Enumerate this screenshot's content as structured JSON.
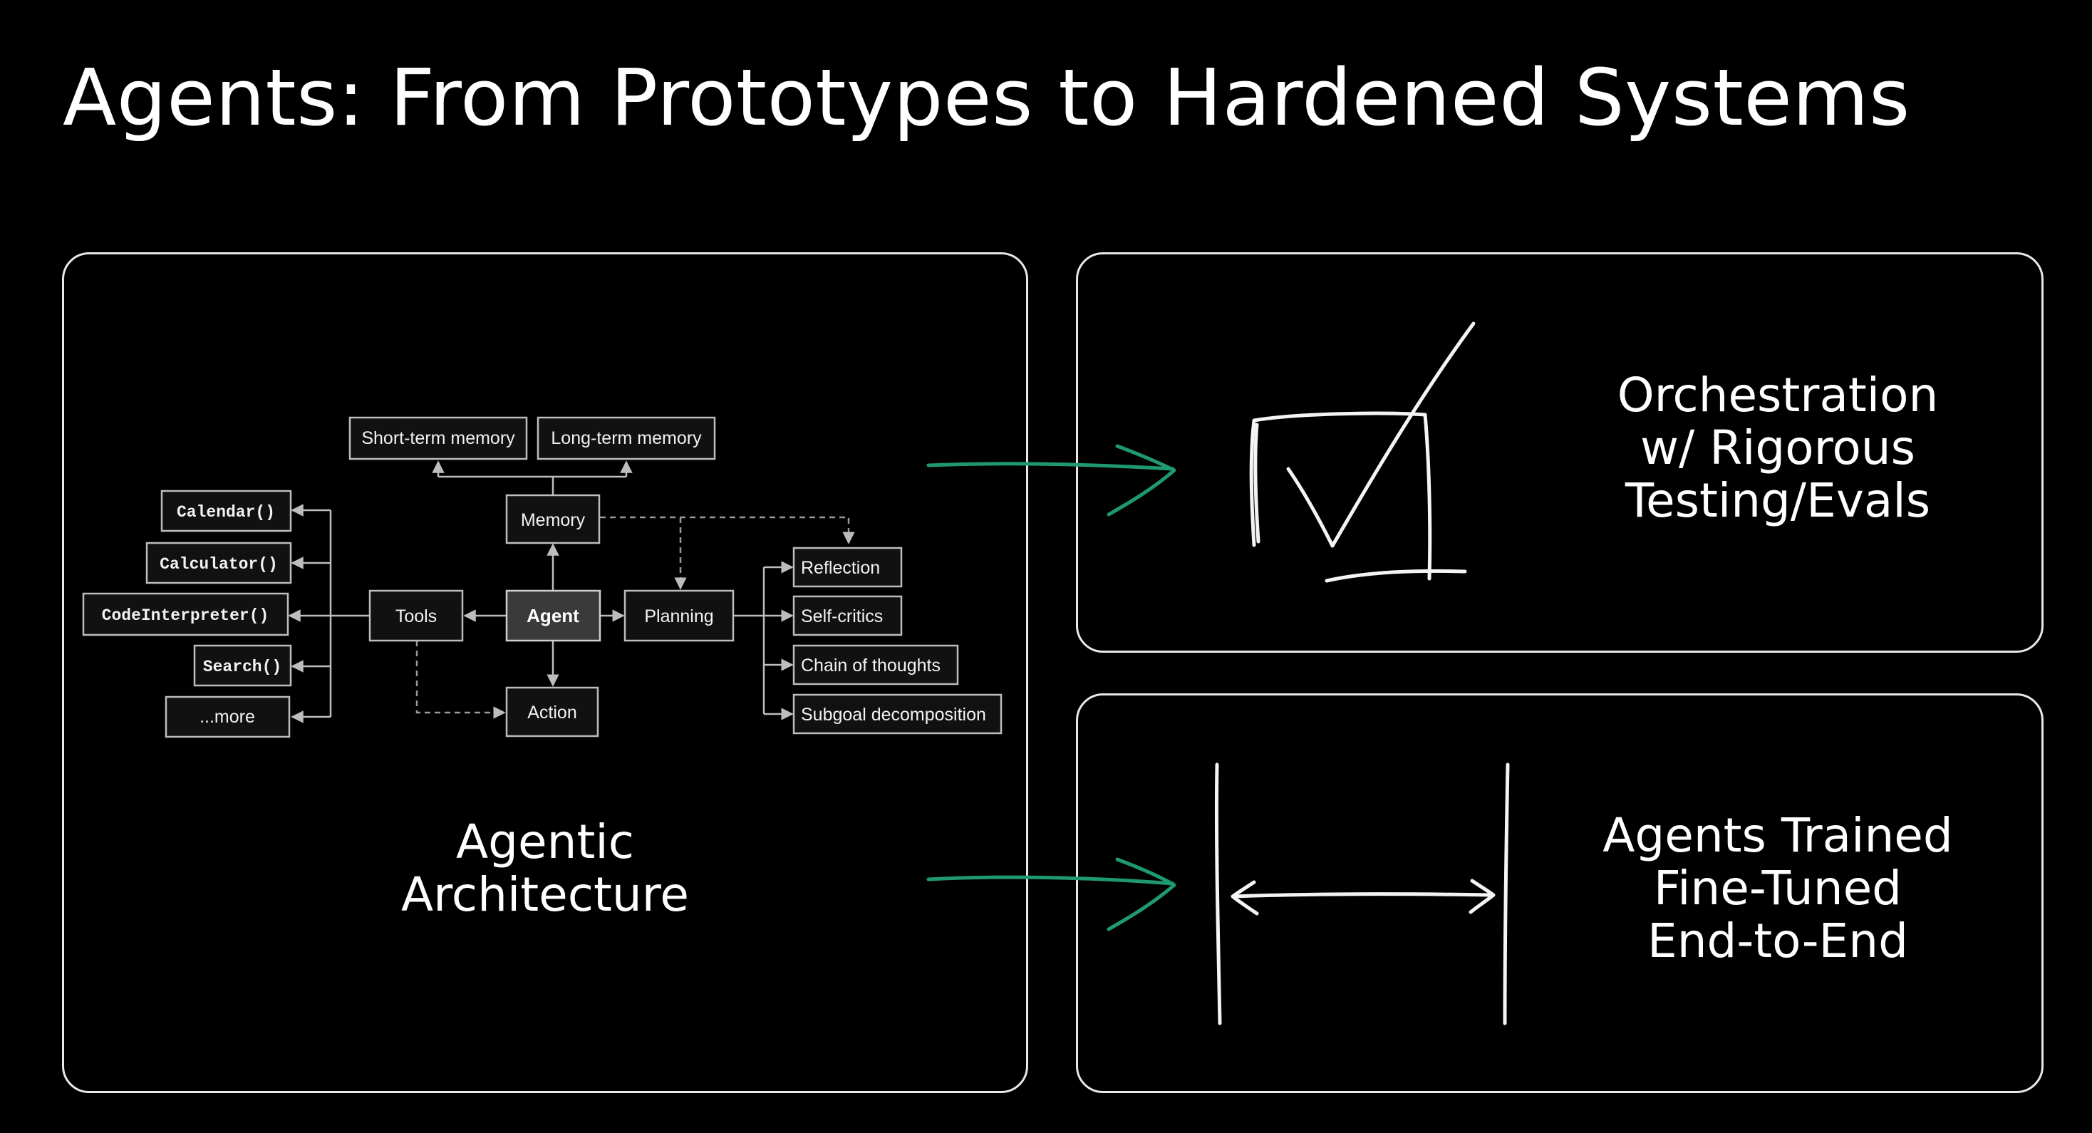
{
  "title": "Agents: From Prototypes to Hardened Systems",
  "panels": {
    "left": {
      "caption": [
        "Agentic",
        "Architecture"
      ]
    },
    "top_right": {
      "caption": [
        "Orchestration",
        "w/ Rigorous",
        "Testing/Evals"
      ]
    },
    "bottom_right": {
      "caption": [
        "Agents Trained",
        "Fine-Tuned",
        "End-to-End"
      ]
    }
  },
  "diagram": {
    "center": "Agent",
    "memory": "Memory",
    "short_term": "Short-term memory",
    "long_term": "Long-term memory",
    "tools": "Tools",
    "planning": "Planning",
    "action": "Action",
    "tool_items": [
      "Calendar()",
      "Calculator()",
      "CodeInterpreter()",
      "Search()",
      "...more"
    ],
    "planning_items": [
      "Reflection",
      "Self-critics",
      "Chain of thoughts",
      "Subgoal decomposition"
    ]
  },
  "colors": {
    "arrow": "#1f9a6e",
    "background": "#000000",
    "foreground": "#ffffff"
  },
  "icons": [
    "checkbox-check-icon",
    "double-arrow-bracket-icon",
    "green-arrow-icon"
  ]
}
